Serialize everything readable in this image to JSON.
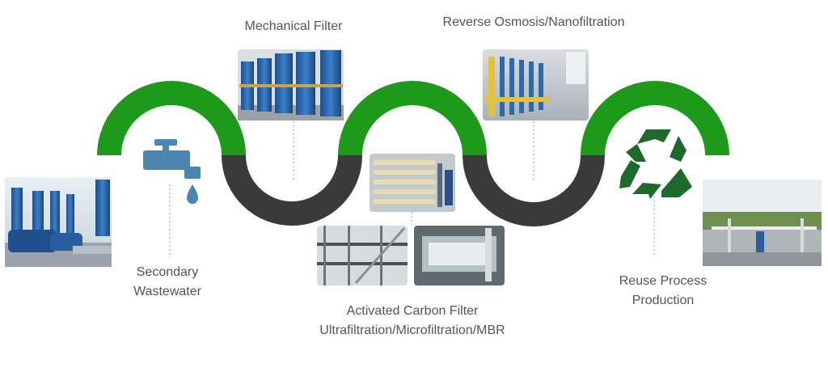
{
  "colors": {
    "green": "#1e9a1b",
    "dark": "#3a3a3a",
    "faucet": "#4a86b0",
    "recycle": "#1d6b2c",
    "text": "#555555"
  },
  "stages": {
    "secondary": {
      "line1": "Secondary",
      "line2": "Wastewater",
      "icon": "faucet-icon"
    },
    "mechanical": {
      "label": "Mechanical Filter"
    },
    "carbon": {
      "line1": "Activated Carbon Filter",
      "line2": "Ultrafiltration/Microfiltration/MBR"
    },
    "ro": {
      "label": "Reverse Osmosis/Nanofiltration"
    },
    "reuse": {
      "line1": "Reuse Process",
      "line2": "Production",
      "icon": "recycle-icon"
    }
  }
}
